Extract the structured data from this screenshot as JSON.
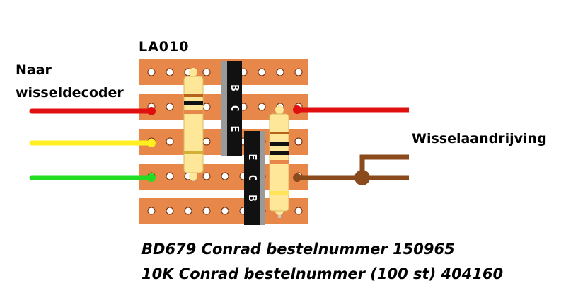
{
  "board": {
    "title": "LA010",
    "strip_color": "#e8874a",
    "hole_color": "#ffffff"
  },
  "labels": {
    "left_line1": "Naar",
    "left_line2": "wisseldecoder",
    "right": "Wisselaandrijving"
  },
  "transistors": [
    {
      "pins_text": "BCE"
    },
    {
      "pins_text": "ECB"
    }
  ],
  "notes": {
    "line1": "BD679 Conrad bestelnummer 150965",
    "line2": "10K Conrad bestelnummer (100 st) 404160"
  },
  "colors": {
    "red_wire": "#e01010",
    "yellow_wire": "#ffef20",
    "green_wire": "#22dd22",
    "brown_wire": "#8a4a1c",
    "resistor_body": "#ffe79a"
  }
}
